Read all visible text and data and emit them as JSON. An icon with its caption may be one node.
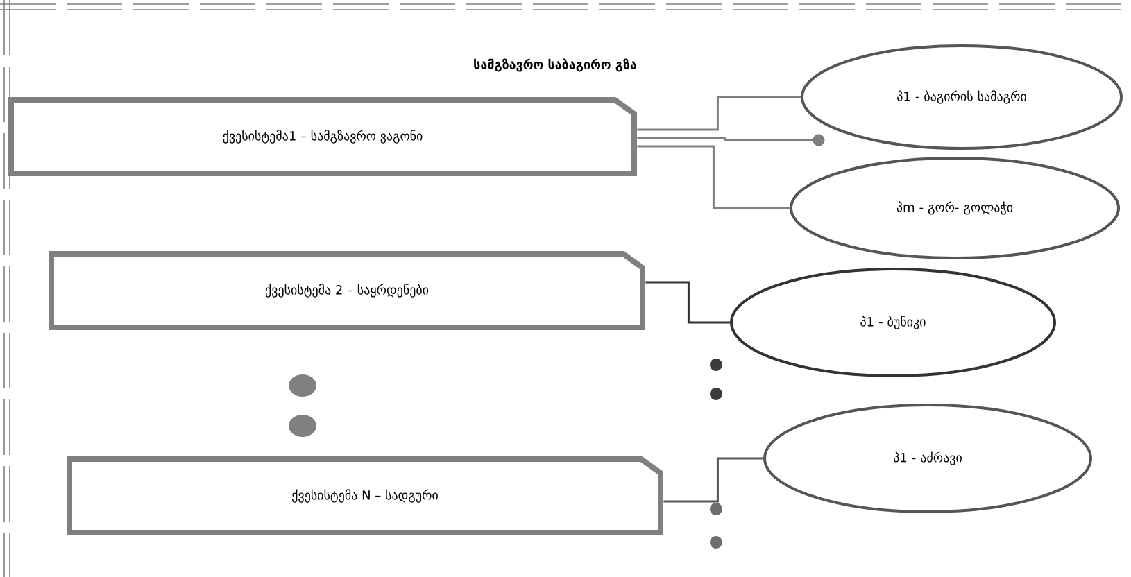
{
  "diagram": {
    "title": "სამგზავრო საბაგირო გზა",
    "nodes": [
      {
        "text": [
          "ქვესისტემა1 – სამგზავრო ვაგონი"
        ]
      },
      {
        "text": [
          "პ1 - ბაგირის სამაგრი"
        ]
      },
      {
        "text": [],
        "shape": "circle"
      },
      {
        "text": [
          "პm - გორ- გოლაჭი"
        ]
      },
      {
        "text": [
          "ქვესისტემა 2 – საყრდენები"
        ]
      },
      {
        "text": [
          "პ1 - ბუნიკი"
        ]
      },
      {
        "text": [
          "ქვესისტემა N – სადგური"
        ]
      },
      {
        "text": [
          "პ1 - აძრავი"
        ]
      }
    ],
    "edges": [
      {
        "from": 0,
        "to": 1,
        "arrow": "none"
      },
      {
        "from": 0,
        "to": 2,
        "arrow": "none"
      },
      {
        "from": 0,
        "to": 3,
        "arrow": "none"
      },
      {
        "from": 4,
        "to": 5,
        "arrow": "none",
        "color": "#333333"
      },
      {
        "from": 6,
        "to": 7,
        "arrow": "none",
        "color": "#555555"
      }
    ]
  }
}
